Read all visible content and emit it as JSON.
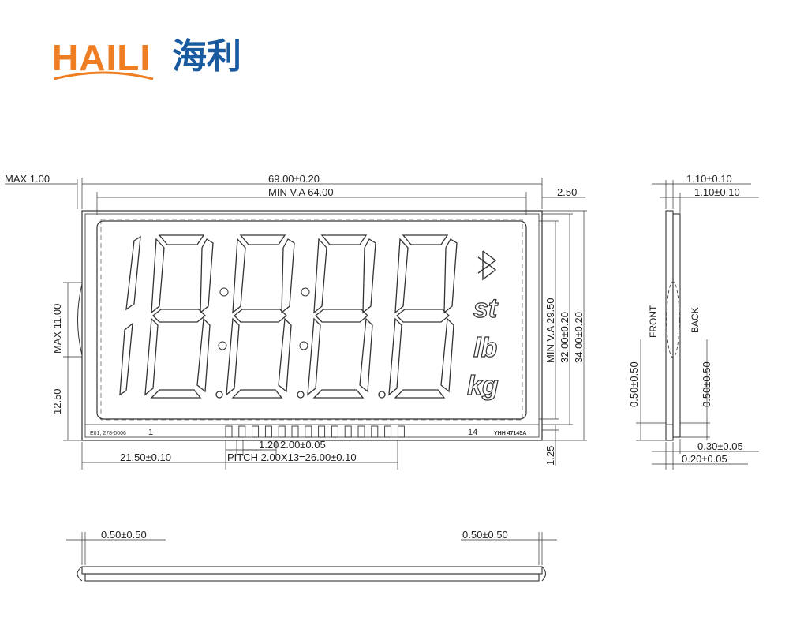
{
  "logo": {
    "latin": "HAILI",
    "cjk": "海利",
    "latin_color": "#ef7d22",
    "cjk_color": "#1a5a9e"
  },
  "front_view": {
    "overall_width": "69.00±0.20",
    "view_area_width": "MIN  V.A  64.00",
    "edge_offset": "2.50",
    "max_thickness": "MAX  1.00",
    "max_bulge": "MAX  11.00",
    "bottom_offset": "12.50",
    "view_area_height": "MIN  V.A  29.50",
    "inner_height": "32.00±0.20",
    "overall_height": "34.00±0.20",
    "pin_height": "1.25",
    "pin_width": "1.20",
    "pin_pitch_single": "2.00±0.05",
    "pitch_total": "PITCH  2.00X13=26.00±0.10",
    "pin_start_offset": "21.50±0.10",
    "part_code": "E01, 278-0006",
    "pin_first": "1",
    "pin_last": "14",
    "part_number": "YHH  47145A",
    "unit_st": "st",
    "unit_lb": "lb",
    "unit_kg": "kg",
    "pin_count": 14,
    "digit_count": 4
  },
  "side_view": {
    "top_dim_1": "1.10±0.10",
    "top_dim_2": "1.10±0.10",
    "front_label": "FRONT",
    "back_label": "BACK",
    "left_dim": "0.50±0.50",
    "right_dim": "0.50±0.50",
    "bottom_dim_1": "0.30±0.05",
    "bottom_dim_2": "0.20±0.05"
  },
  "bottom_view": {
    "left_dim": "0.50±0.50",
    "right_dim": "0.50±0.50"
  }
}
